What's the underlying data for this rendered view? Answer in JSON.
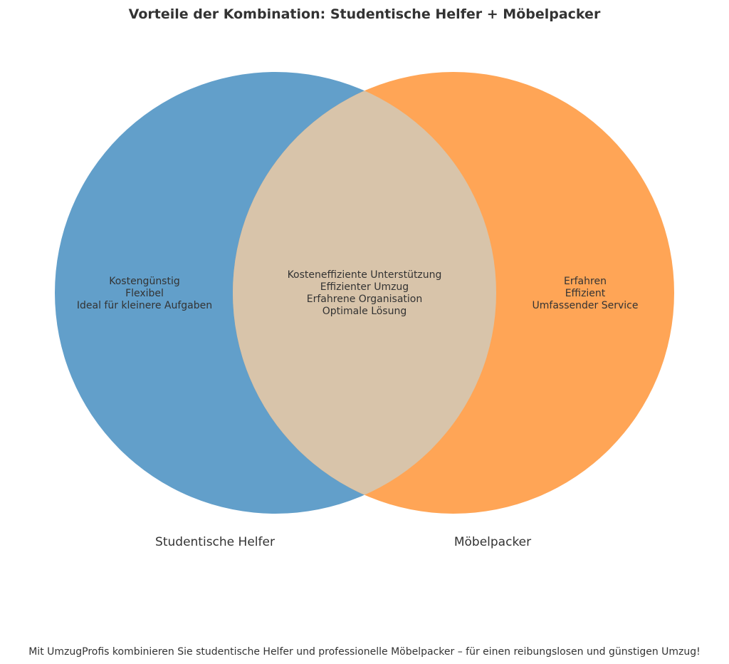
{
  "title": "Vorteile der Kombination: Studentische Helfer + Möbelpacker",
  "left_set": {
    "label": "Studentische Helfer",
    "items": [
      "Kostengünstig",
      "Flexibel",
      "Ideal für kleinere Aufgaben"
    ],
    "color": "#629fca"
  },
  "right_set": {
    "label": "Möbelpacker",
    "items": [
      "Erfahren",
      "Effizient",
      "Umfassender Service"
    ],
    "color": "#ffa556"
  },
  "intersection": {
    "items": [
      "Kosteneffiziente Unterstützung",
      "Effizienter Umzug",
      "Erfahrene Organisation",
      "Optimale Lösung"
    ],
    "color": "#d8c4aa"
  },
  "footer": "Mit UmzugProfis kombinieren Sie studentische Helfer und professionelle Möbelpacker – für einen reibungslosen und günstigen Umzug!"
}
